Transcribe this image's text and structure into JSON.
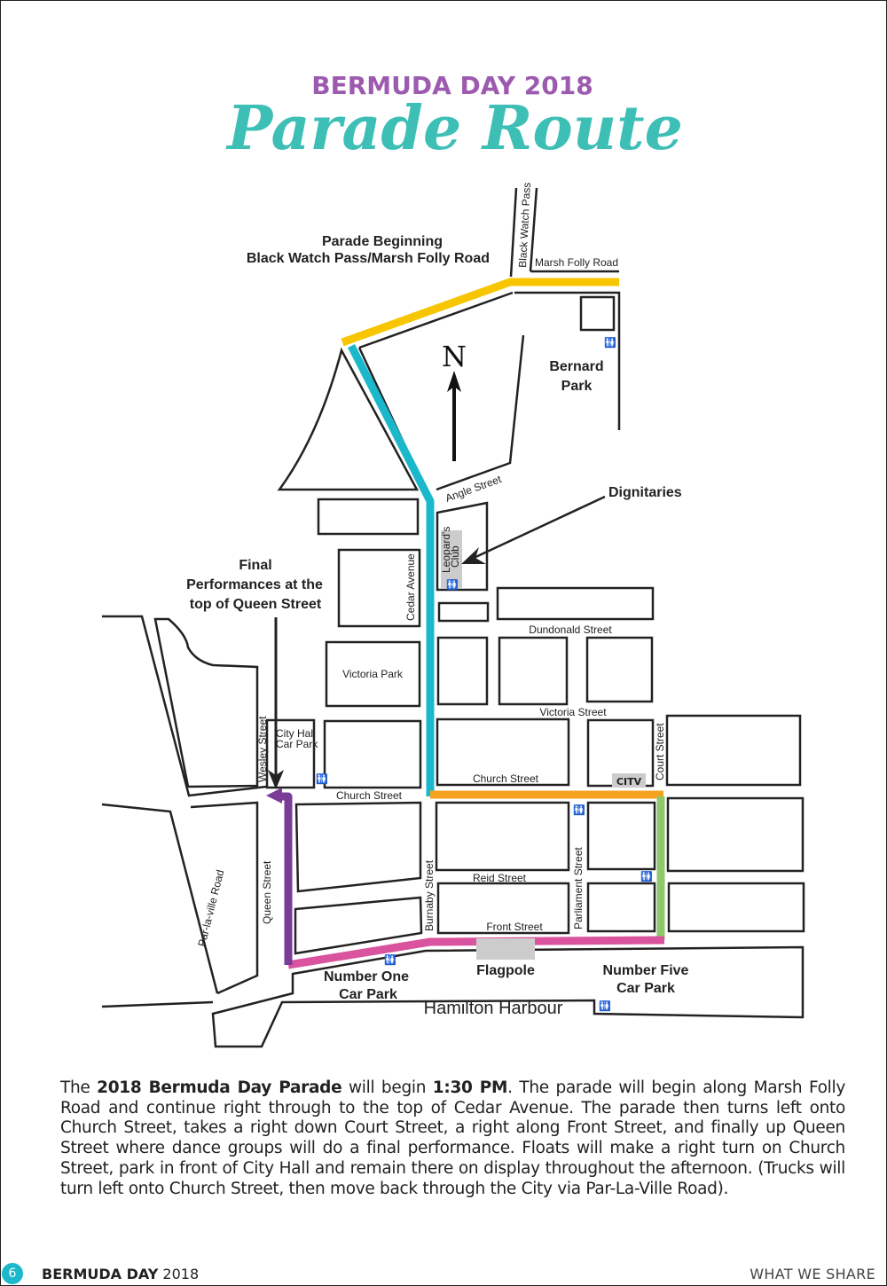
{
  "header": {
    "subtitle": "BERMUDA DAY 2018",
    "title": "Parade Route"
  },
  "colors": {
    "purple": "#9d5bb0",
    "teal": "#3dbfb6",
    "route_yellow": "#f7c600",
    "route_cyan": "#1bb8cc",
    "route_orange": "#f5a21f",
    "route_green": "#8dc96b",
    "route_pink": "#d9539f",
    "route_purple": "#7b3c98",
    "restroom": "#2b8fd6"
  },
  "map": {
    "callouts": {
      "beginning_line1": "Parade Beginning",
      "beginning_line2": "Black Watch Pass/Marsh Folly Road",
      "dignitaries": "Dignitaries",
      "final_line1": "Final",
      "final_line2": "Performances at the",
      "final_line3": "top of Queen Street"
    },
    "north": "N",
    "places": {
      "bernard_park_1": "Bernard",
      "bernard_park_2": "Park",
      "victoria_park": "Victoria Park",
      "city_hall_1": "City Hall",
      "city_hall_2": "Car Park",
      "leopards_1": "Leopard's",
      "leopards_2": "Club",
      "citv": "CITV",
      "flagpole": "Flagpole",
      "number_one_1": "Number One",
      "number_one_2": "Car Park",
      "number_five_1": "Number Five",
      "number_five_2": "Car Park",
      "harbour": "Hamilton Harbour"
    },
    "streets": {
      "black_watch": "Black Watch Pass",
      "marsh_folly": "Marsh Folly Road",
      "angle": "Angle Street",
      "cedar": "Cedar Avenue",
      "dundonald": "Dundonald Street",
      "victoria": "Victoria Street",
      "court": "Court Street",
      "church_1": "Church Street",
      "church_2": "Church Street",
      "wesley": "Wesley Street",
      "queen": "Queen Street",
      "par_la_ville": "Par-la-ville Road",
      "burnaby": "Burnaby Street",
      "reid": "Reid Street",
      "parliament": "Parliament Street",
      "front": "Front Street"
    }
  },
  "description": {
    "p1": "The ",
    "b1": "2018 Bermuda Day Parade",
    "p2": " will begin ",
    "b2": "1:30 PM",
    "p3": ". The parade will begin along Marsh Folly Road and continue right through to the top of Cedar Avenue. The parade then turns left onto Church Street, takes a right down Court Street, a right along Front Street, and finally up Queen Street where dance groups will do a final performance. Floats will make a right turn on Church Street, park in front of City Hall and remain there on display throughout the afternoon. (Trucks will turn left onto Church Street, then move back through the City via Par-La-Ville Road)."
  },
  "footer": {
    "page_number": "6",
    "title_bold": "BERMUDA DAY",
    "title_year": " 2018",
    "section": "WHAT WE SHARE"
  }
}
